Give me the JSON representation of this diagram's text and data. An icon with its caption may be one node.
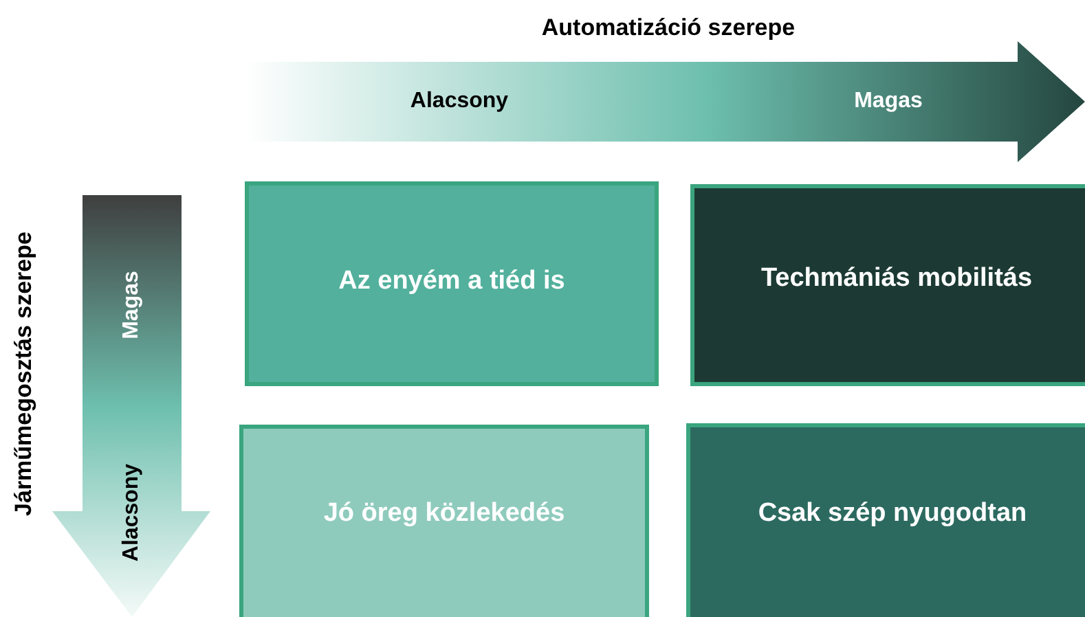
{
  "diagram": {
    "nodes": [
      {
        "text": [
          "Az enyém a tiéd is"
        ]
      },
      {
        "text": [
          "Techmániás mobilitás"
        ]
      },
      {
        "text": [
          "Jó öreg közlekedés"
        ]
      },
      {
        "text": [
          "Csak szép nyugodtan"
        ]
      }
    ],
    "labels": [
      "Automatizáció szerepe",
      "Alacsony",
      "Magas",
      "Járműmegosztás szerepe",
      "Magas",
      "Alacsony"
    ]
  }
}
